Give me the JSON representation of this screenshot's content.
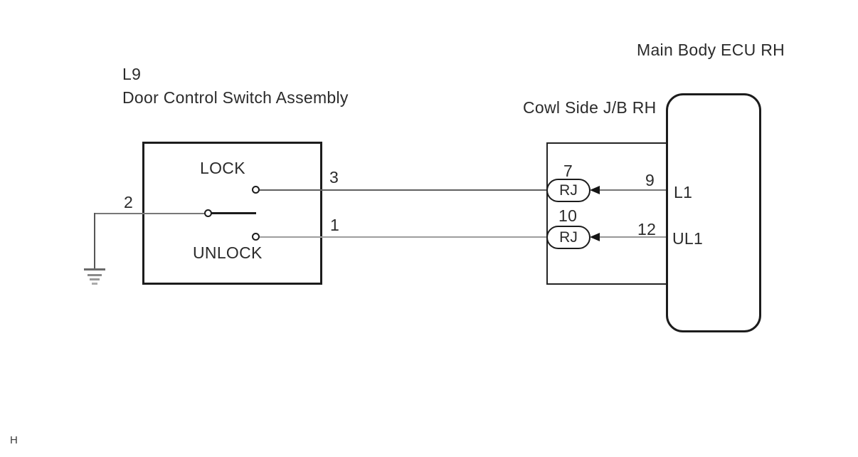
{
  "page": {
    "marker": "H"
  },
  "components": {
    "switch": {
      "code": "L9",
      "name": "Door Control Switch Assembly",
      "lock": "LOCK",
      "unlock": "UNLOCK",
      "pin_common": "2",
      "pin_lock": "3",
      "pin_unlock": "1"
    },
    "junction_block": {
      "name": "Cowl Side J/B RH",
      "rows": [
        {
          "pin_in": "7",
          "connector": "RJ",
          "pin_out": "9",
          "terminal": "L1"
        },
        {
          "pin_in": "10",
          "connector": "RJ",
          "pin_out": "12",
          "terminal": "UL1"
        }
      ]
    },
    "ecu": {
      "name": "Main Body ECU RH"
    }
  },
  "colors": {
    "line_dark": "#1c1c1c",
    "wire_upper": "#606060",
    "wire_lower": "#9e9e9e",
    "wire_ground": "#787878",
    "text": "#2b2b2b"
  }
}
